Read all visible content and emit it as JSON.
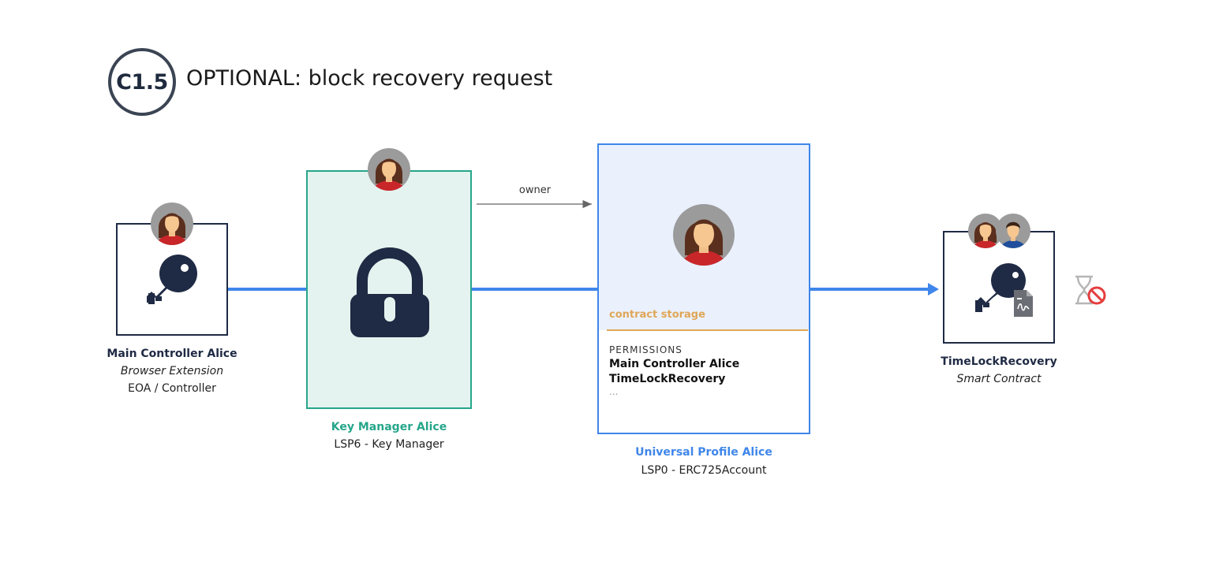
{
  "header": {
    "badge": "C1.5",
    "title": "OPTIONAL: block recovery request"
  },
  "edges": {
    "owner_label": "owner"
  },
  "main_controller": {
    "name": "Main Controller Alice",
    "subtitle": "Browser Extension",
    "type": "EOA / Controller"
  },
  "key_manager": {
    "name": "Key Manager Alice",
    "type": "LSP6 - Key Manager"
  },
  "universal_profile": {
    "name": "Universal Profile Alice",
    "type": "LSP0 - ERC725Account",
    "storage_label": "contract storage",
    "permissions_heading": "PERMISSIONS",
    "permissions": [
      "Main Controller Alice",
      "TimeLockRecovery"
    ],
    "more": "..."
  },
  "timelock": {
    "name": "TimeLockRecovery",
    "subtitle": "Smart Contract"
  },
  "colors": {
    "dark": "#1f2a44",
    "blue": "#3f86ea",
    "teal": "#26a68a",
    "teal_fill": "#e4f3ef",
    "up_fill": "#eaf1fc",
    "orange": "#e0a658"
  },
  "icons": [
    "key-icon",
    "lock-icon",
    "avatar-alice",
    "avatar-bob",
    "document-signature-icon",
    "hourglass-blocked-icon"
  ]
}
